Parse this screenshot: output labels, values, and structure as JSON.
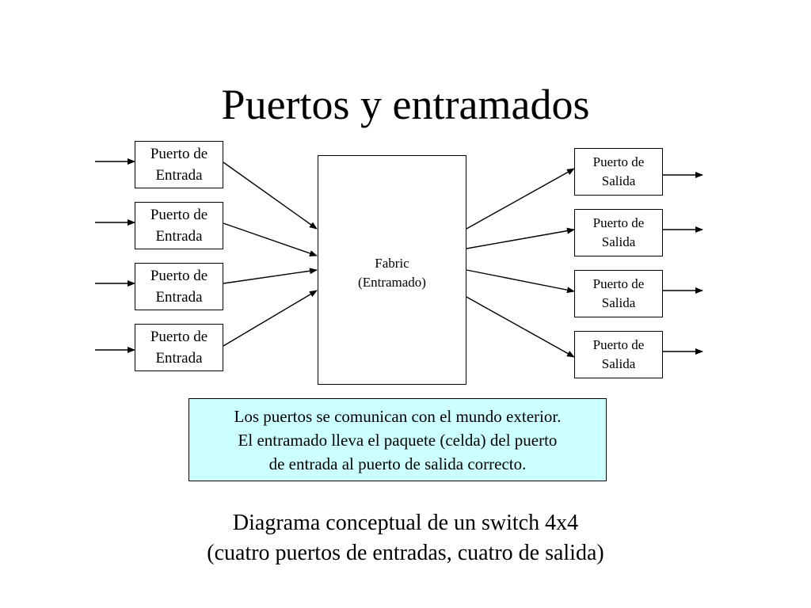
{
  "title": "Puertos y entramados",
  "input_ports": [
    {
      "line1": "Puerto de",
      "line2": "Entrada"
    },
    {
      "line1": "Puerto de",
      "line2": "Entrada"
    },
    {
      "line1": "Puerto de",
      "line2": "Entrada"
    },
    {
      "line1": "Puerto de",
      "line2": "Entrada"
    }
  ],
  "output_ports": [
    {
      "line1": "Puerto de",
      "line2": "Salida"
    },
    {
      "line1": "Puerto de",
      "line2": "Salida"
    },
    {
      "line1": "Puerto de",
      "line2": "Salida"
    },
    {
      "line1": "Puerto de",
      "line2": "Salida"
    }
  ],
  "fabric": {
    "line1": "Fabric",
    "line2": "(Entramado)"
  },
  "note": {
    "line1": "Los puertos se comunican con el mundo exterior.",
    "line2": "El entramado lleva el paquete (celda) del puerto",
    "line3": "de entrada al puerto de salida correcto.",
    "background": "#ccffff"
  },
  "caption": {
    "line1": "Diagrama conceptual de un switch 4x4",
    "line2": "(cuatro puertos de entradas, cuatro de salida)"
  }
}
